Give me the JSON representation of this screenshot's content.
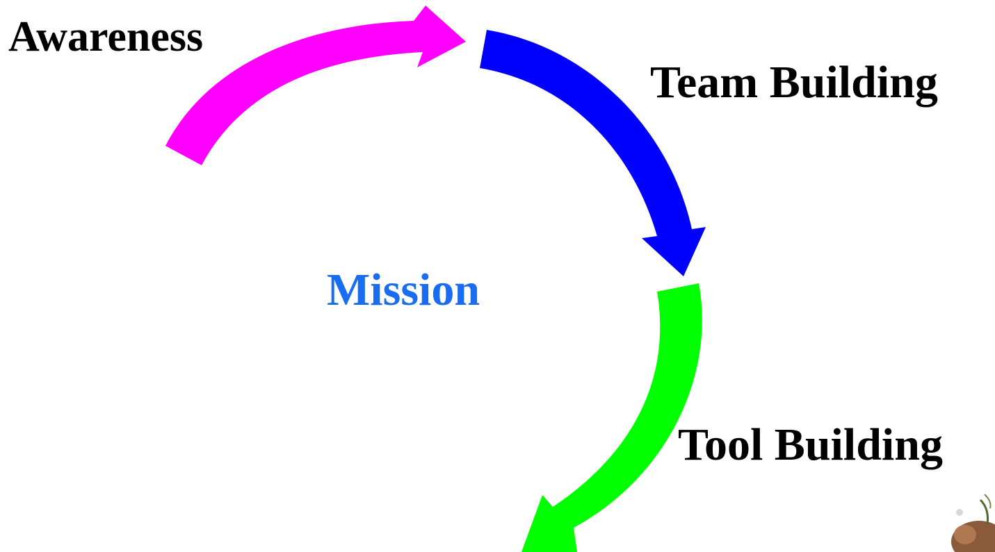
{
  "cycle": {
    "center_label": "Mission",
    "center_color": "#1a6cf0",
    "stages": [
      {
        "label": "Awareness",
        "color": "#ff00ff"
      },
      {
        "label": "Team Building",
        "color": "#0000ff"
      },
      {
        "label": "Tool Building",
        "color": "#00ff00"
      }
    ]
  }
}
